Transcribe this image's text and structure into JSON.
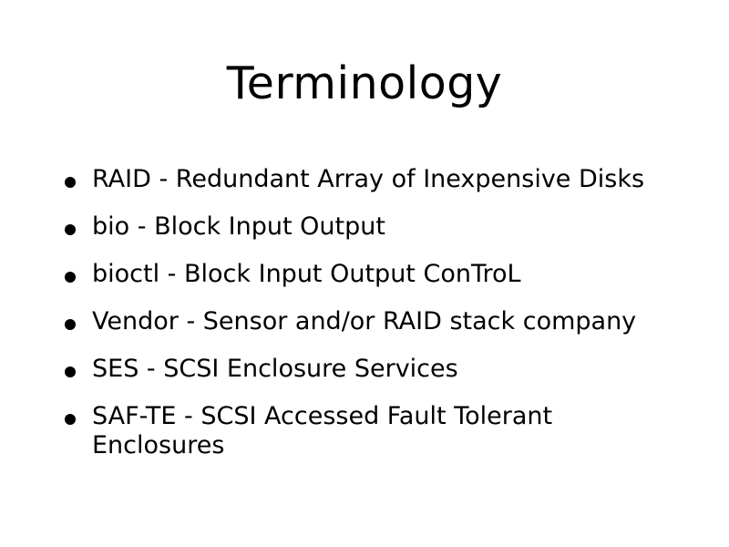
{
  "slide": {
    "title": "Terminology",
    "bullets": [
      {
        "text": "RAID - Redundant Array of Inexpensive Disks"
      },
      {
        "text": "bio - Block Input Output"
      },
      {
        "text": "bioctl - Block Input Output ConTroL"
      },
      {
        "text": "Vendor - Sensor and/or RAID stack company"
      },
      {
        "text": "SES - SCSI Enclosure Services"
      },
      {
        "text": "SAF-TE - SCSI Accessed Fault Tolerant Enclosures"
      }
    ]
  }
}
